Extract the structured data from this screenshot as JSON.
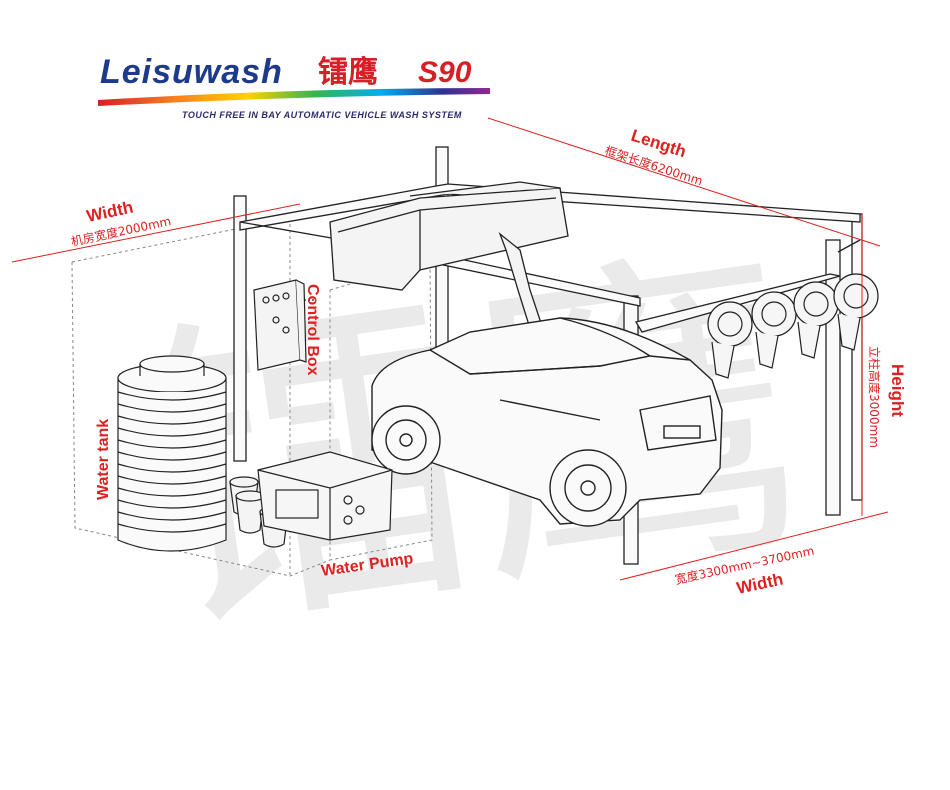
{
  "logo": {
    "brand": "Leisuwash",
    "chinese": "镭鹰",
    "model": "S90",
    "tagline": "TOUCH FREE IN BAY AUTOMATIC VEHICLE WASH SYSTEM"
  },
  "labels": {
    "length_title": "Length",
    "length_sub": "框架长度6200mm",
    "width_left_title": "Width",
    "width_left_sub": "机房宽度2000mm",
    "control_box": "Control Box",
    "water_tank": "Water tank",
    "water_pump": "Water Pump",
    "height_title": "Height",
    "height_sub": "立柱高度3000mm",
    "width_right_title": "Width",
    "width_right_sub": "宽度3300mm~3700mm"
  },
  "watermark": "镭鹰",
  "colors": {
    "annotation": "#e02020",
    "logo_blue": "#1e3a8a",
    "logo_red": "#d61f26",
    "line_art": "#222222",
    "watermark": "#d9d9d9"
  },
  "icons": [
    "control-box",
    "water-tank",
    "water-pump",
    "car",
    "gantry-frame",
    "dryer-fans",
    "chemical-buckets"
  ]
}
